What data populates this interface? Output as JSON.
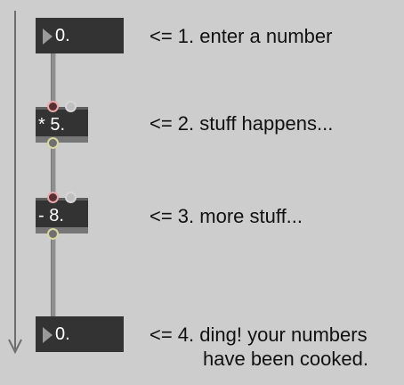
{
  "patch": {
    "input_number": {
      "value": "0."
    },
    "multiply_object": {
      "text": "* 5."
    },
    "subtract_object": {
      "text": "- 8."
    },
    "output_number": {
      "value": "0."
    }
  },
  "comments": {
    "step1": "<= 1. enter a number",
    "step2": "<= 2. stuff happens...",
    "step3": "<= 3. more stuff...",
    "step4_line1": "<= 4. ding! your numbers",
    "step4_line2": "have been cooked."
  },
  "colors": {
    "canvas": "#cdcdcd",
    "box": "#333333",
    "patch_cord": "#8f8f8f",
    "hot_inlet": "#e6a8a8",
    "outlet": "#d7d9a0"
  },
  "icons": [
    "flow-arrow-icon",
    "number-triangle-icon",
    "inlet-icon",
    "outlet-icon"
  ]
}
